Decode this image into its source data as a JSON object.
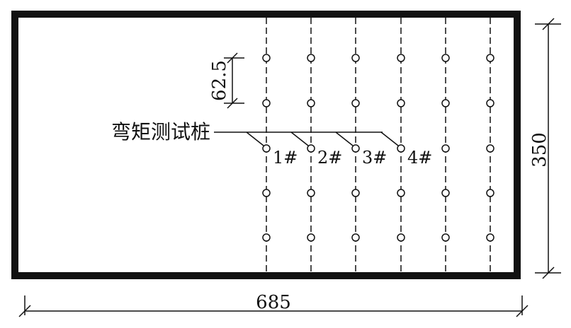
{
  "dimensions": {
    "width_label": "685",
    "height_label": "350",
    "spacing_label": "62.5"
  },
  "callout": {
    "text": "弯矩测试桩"
  },
  "piles": {
    "columns": 6,
    "rows": 5,
    "test_piles": [
      {
        "label": "1#",
        "column": 1,
        "row": 3
      },
      {
        "label": "2#",
        "column": 2,
        "row": 3
      },
      {
        "label": "3#",
        "column": 3,
        "row": 3
      },
      {
        "label": "4#",
        "column": 4,
        "row": 3
      }
    ]
  },
  "colors": {
    "line": "#111111",
    "background": "#ffffff"
  }
}
